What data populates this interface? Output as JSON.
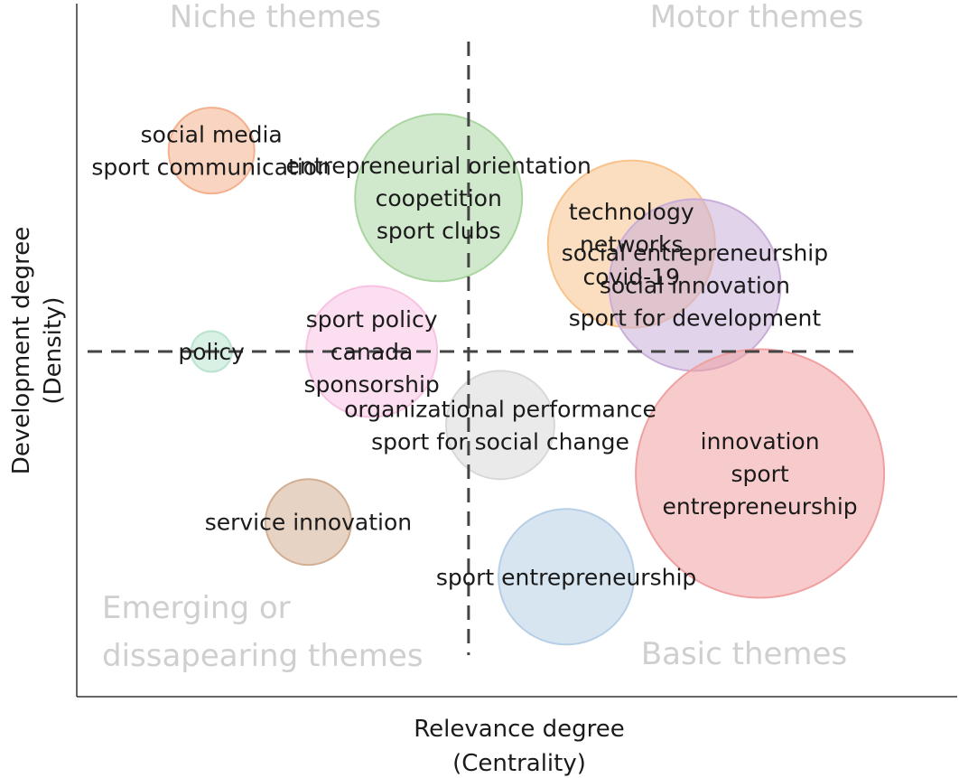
{
  "chart_data": {
    "type": "scatter",
    "title": "",
    "xlabel": [
      "Relevance degree",
      "(Centrality)"
    ],
    "ylabel": [
      "Development degree",
      "(Density)"
    ],
    "quadrants": {
      "top_left": "Niche themes",
      "top_right": "Motor themes",
      "bottom_left": [
        "Emerging or",
        "dissapearing themes"
      ],
      "bottom_right": "Basic themes"
    },
    "divider_style": "dashed",
    "grid": false,
    "bubbles": [
      {
        "labels": [
          "social media",
          "sport communication"
        ],
        "x": 0.153,
        "y": 0.788,
        "size": 0.19,
        "color": "#f4b08e"
      },
      {
        "labels": [
          "entrepreneurial orientation",
          "coopetition",
          "sport clubs"
        ],
        "x": 0.411,
        "y": 0.72,
        "size": 0.37,
        "color": "#a9d6a0"
      },
      {
        "labels": [
          "technology",
          "networks",
          "covid-19"
        ],
        "x": 0.63,
        "y": 0.653,
        "size": 0.37,
        "color": "#f8c38c"
      },
      {
        "labels": [
          "social entrepreneurship",
          "social innovation",
          "sport for development"
        ],
        "x": 0.702,
        "y": 0.594,
        "size": 0.38,
        "color": "#c9aed9"
      },
      {
        "labels": [
          "policy"
        ],
        "x": 0.153,
        "y": 0.498,
        "size": 0.09,
        "color": "#b9e3cf"
      },
      {
        "labels": [
          "sport policy",
          "canada",
          "sponsorship"
        ],
        "x": 0.335,
        "y": 0.498,
        "size": 0.29,
        "color": "#f8c3e3"
      },
      {
        "labels": [
          "organizational performance",
          "sport for social change"
        ],
        "x": 0.481,
        "y": 0.392,
        "size": 0.24,
        "color": "#d8d8d8"
      },
      {
        "labels": [
          "innovation",
          "sport",
          "entrepreneurship"
        ],
        "x": 0.776,
        "y": 0.322,
        "size": 0.55,
        "color": "#f0a0a0"
      },
      {
        "labels": [
          "service innovation"
        ],
        "x": 0.263,
        "y": 0.252,
        "size": 0.19,
        "color": "#d2ae92"
      },
      {
        "labels": [
          "sport entrepreneurship"
        ],
        "x": 0.556,
        "y": 0.173,
        "size": 0.3,
        "color": "#b7cfe6"
      }
    ],
    "x_split": 0.445,
    "y_split": 0.498
  }
}
